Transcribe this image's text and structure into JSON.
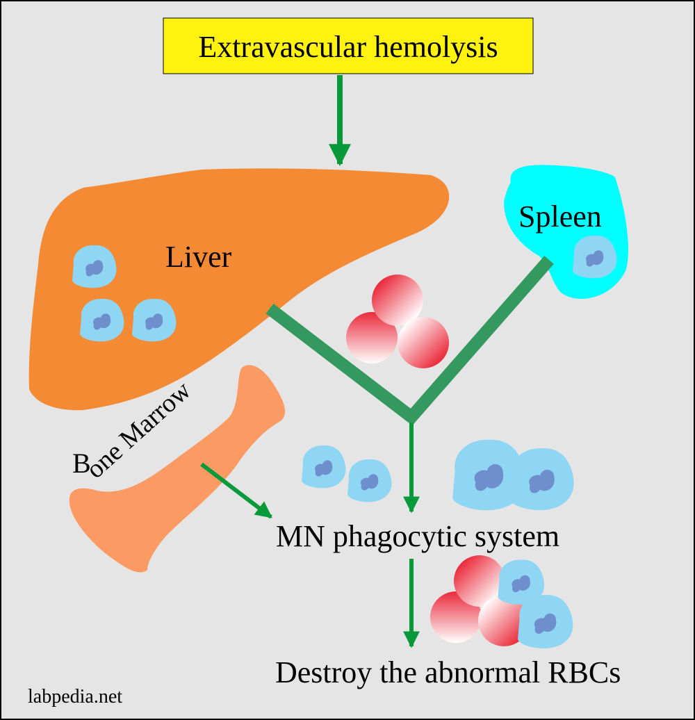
{
  "title": "Extravascular  hemolysis",
  "organs": {
    "liver": {
      "label": "Liver",
      "color": "#f58a35"
    },
    "spleen": {
      "label": "Spleen",
      "color": "#00ffff"
    },
    "bone_marrow": {
      "label_first": "B",
      "label_rest": "one Marrow",
      "color": "#fc9a63"
    }
  },
  "steps": {
    "mn_system": "MN phagocytic system",
    "outcome": "Destroy the abnormal RBCs"
  },
  "watermark": "labpedia.net",
  "colors": {
    "background": "#e5e5e5",
    "title_box": "#fff20f",
    "arrow": "#089a3a",
    "connector": "#33995f",
    "macrophage": "#8ed6f4",
    "nucleus": "#6e8fcb",
    "rbc": "#ea2a3b"
  }
}
